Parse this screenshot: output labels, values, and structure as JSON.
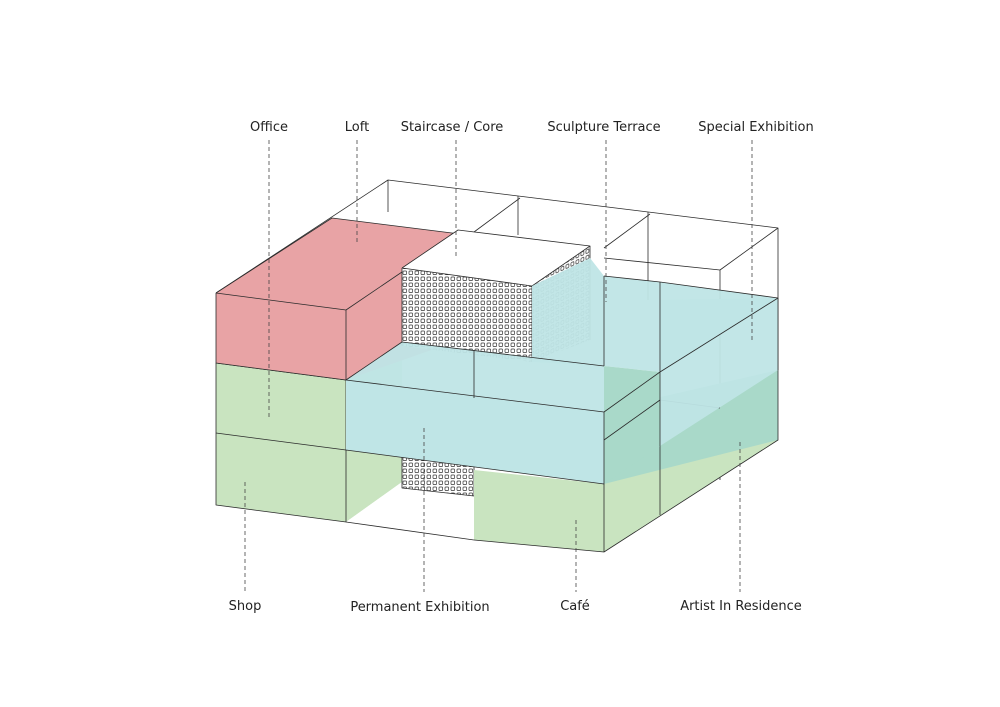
{
  "labels": {
    "office": "Office",
    "loft": "Loft",
    "staircase": "Staircase / Core",
    "sculpture_terrace": "Sculpture Terrace",
    "special_exhibition": "Special Exhibition",
    "shop": "Shop",
    "permanent_exhibition": "Permanent Exhibition",
    "cafe": "Café",
    "artist_in_residence": "Artist In Residence"
  },
  "colors": {
    "office": "#e8a3a5",
    "green": "#c9e4c0",
    "blue": "#bfe5e6",
    "overlap": "#a9d9c9",
    "line": "#2b2b2b",
    "background": "#ffffff"
  }
}
